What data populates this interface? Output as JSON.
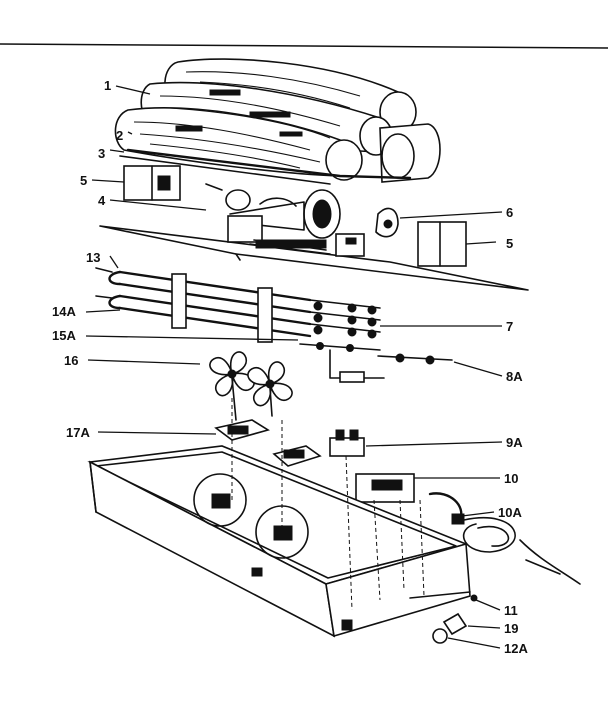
{
  "callouts": {
    "c1": "1",
    "c2": "2",
    "c3": "3",
    "c4": "4",
    "c5_left": "5",
    "c5_right": "5",
    "c6": "6",
    "c7": "7",
    "c8a": "8A",
    "c9a": "9A",
    "c10": "10",
    "c10a": "10A",
    "c11": "11",
    "c12a": "12A",
    "c13": "13",
    "c14a": "14A",
    "c15a": "15A",
    "c16": "16",
    "c17a": "17A",
    "c19": "19"
  }
}
